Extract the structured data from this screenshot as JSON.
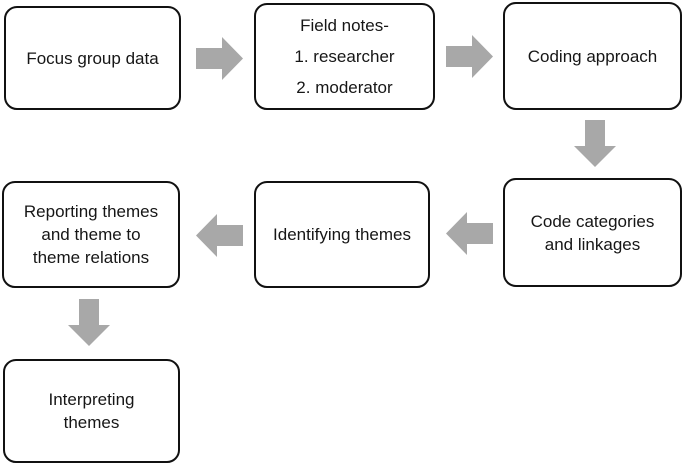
{
  "diagram": {
    "type": "flowchart",
    "colors": {
      "background": "#ffffff",
      "box_fill": "#ffffff",
      "box_border": "#111111",
      "text": "#161616",
      "arrow": "#a8a8a8"
    },
    "nodes": [
      {
        "id": "focus-group-data",
        "label": "Focus group data",
        "lines": [
          "Focus group data"
        ]
      },
      {
        "id": "field-notes",
        "label": "Field notes- 1. researcher 2. moderator",
        "lines": [
          "Field notes-",
          "1. researcher",
          "2. moderator"
        ]
      },
      {
        "id": "coding-approach",
        "label": "Coding approach",
        "lines": [
          "Coding approach"
        ]
      },
      {
        "id": "code-categories-and-linkages",
        "label": "Code categories and linkages",
        "lines": [
          "Code categories",
          "and linkages"
        ]
      },
      {
        "id": "identifying-themes",
        "label": "Identifying themes",
        "lines": [
          "Identifying themes"
        ]
      },
      {
        "id": "reporting-themes",
        "label": "Reporting themes and theme to theme relations",
        "lines": [
          "Reporting themes",
          "and theme to",
          "theme relations"
        ]
      },
      {
        "id": "interpreting-themes",
        "label": "Interpreting themes",
        "lines": [
          "Interpreting",
          "themes"
        ]
      }
    ],
    "arrows": [
      {
        "from": "focus-group-data",
        "to": "field-notes",
        "direction": "right"
      },
      {
        "from": "field-notes",
        "to": "coding-approach",
        "direction": "right"
      },
      {
        "from": "coding-approach",
        "to": "code-categories-and-linkages",
        "direction": "down"
      },
      {
        "from": "code-categories-and-linkages",
        "to": "identifying-themes",
        "direction": "left"
      },
      {
        "from": "identifying-themes",
        "to": "reporting-themes",
        "direction": "left"
      },
      {
        "from": "reporting-themes",
        "to": "interpreting-themes",
        "direction": "down"
      }
    ]
  }
}
